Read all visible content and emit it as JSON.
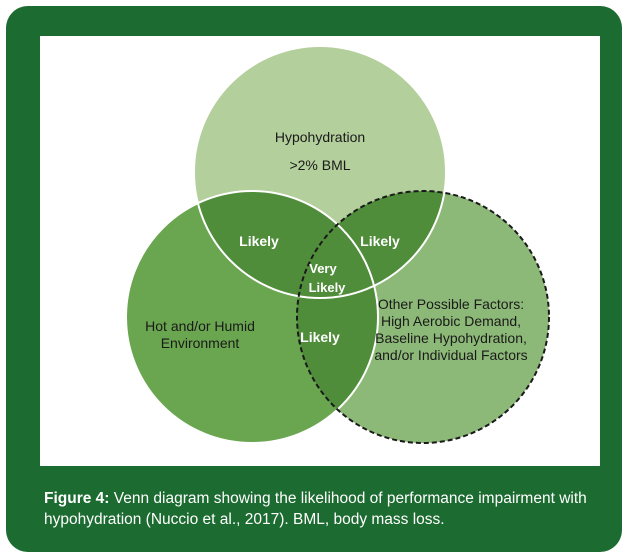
{
  "diagram": {
    "hypohydration": {
      "line1": "Hypohydration",
      "line2": ">2% BML"
    },
    "environment": {
      "line1": "Hot and/or Humid",
      "line2": "Environment"
    },
    "other_factors": {
      "line1": "Other Possible Factors:",
      "line2": "High Aerobic Demand,",
      "line3": "Baseline Hypohydration,",
      "line4": "and/or Individual Factors"
    },
    "overlap_left": "Likely",
    "overlap_right": "Likely",
    "overlap_bottom": "Likely",
    "center": {
      "line1": "Very",
      "line2": "Likely"
    }
  },
  "caption": {
    "label": "Figure 4:",
    "text": " Venn diagram showing the likelihood of performance impairment with hypohydration (Nuccio et al., 2017). BML, body mass loss."
  },
  "colors": {
    "frame": "#1c6b30",
    "top_circle": "#b3cf9b",
    "left_circle": "#6aa64f",
    "right_circle": "#8db978",
    "overlap": "#4f8d3b"
  }
}
